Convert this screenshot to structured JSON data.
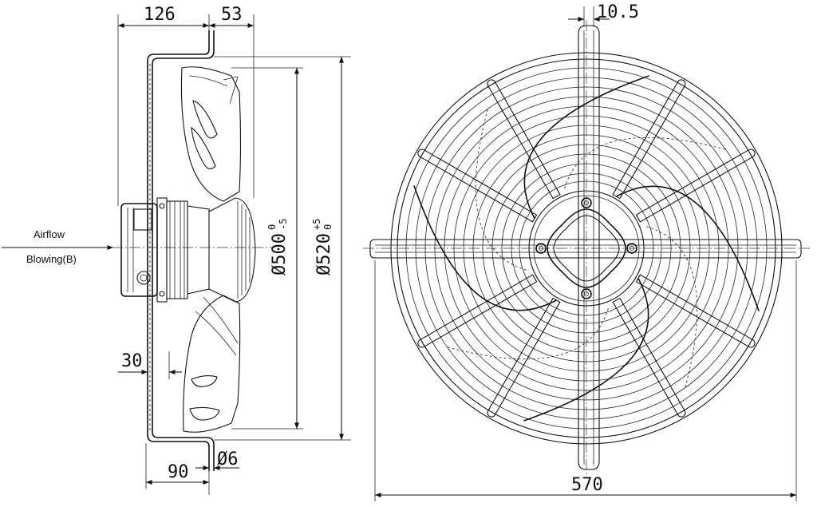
{
  "side_view": {
    "airflow_label": "Airflow",
    "blowing_label": "Blowing(B)",
    "dim_126": "126",
    "dim_53": "53",
    "dim_30": "30",
    "dim_90": "90",
    "dim_hole": "Ø6",
    "dia_500": "Ø500",
    "dia_500_upper": "0",
    "dia_500_lower": "-5",
    "dia_520": "Ø520",
    "dia_520_upper": "+5",
    "dia_520_lower": "0"
  },
  "front_view": {
    "dim_top": "10.5",
    "dim_width": "570"
  }
}
